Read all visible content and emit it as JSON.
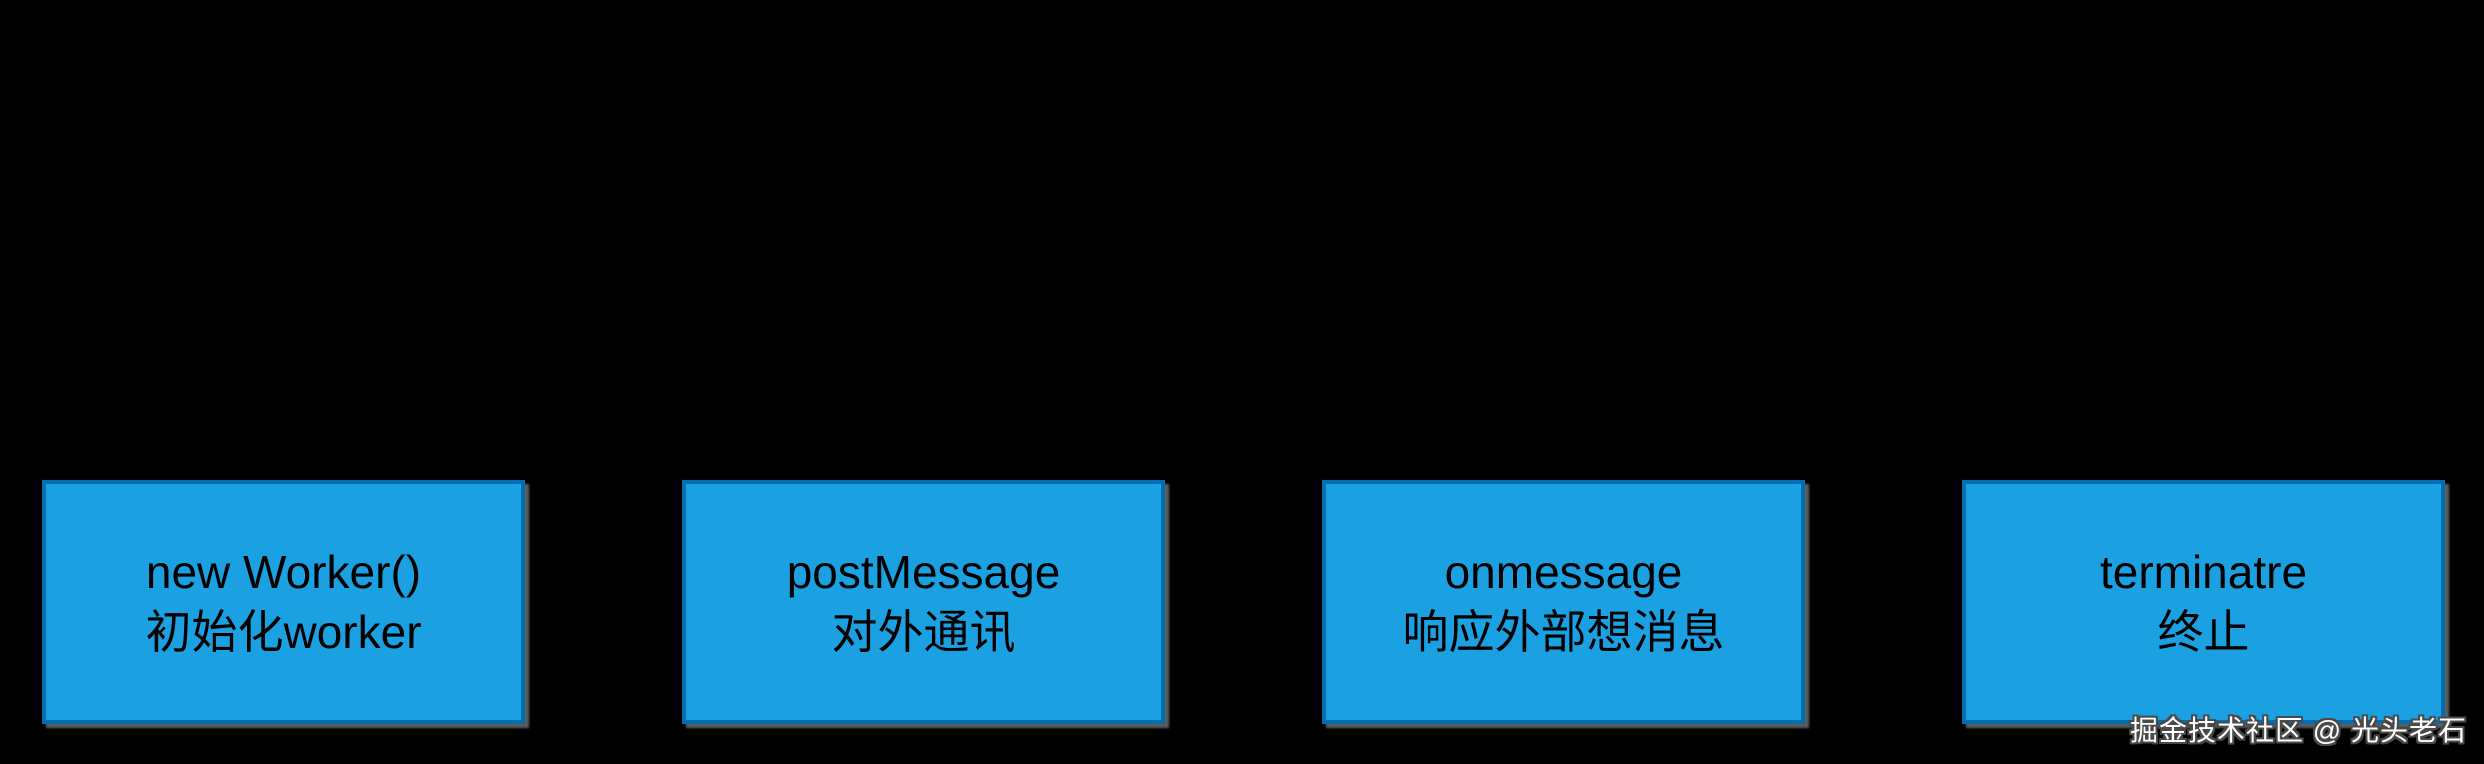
{
  "colors": {
    "page_bg": "#000000",
    "box_fill": "#1ba1e2",
    "box_border": "#006eaf",
    "box_shadow": "#5e5e5e",
    "text_color": "#000000",
    "watermark_color": "#ffffff",
    "watermark_outline": "#4a4a4a"
  },
  "boxes": [
    {
      "line1": "new Worker()",
      "line2": "初始化worker"
    },
    {
      "line1": "postMessage",
      "line2": "对外通讯"
    },
    {
      "line1": "onmessage",
      "line2": "响应外部想消息"
    },
    {
      "line1": "terminatre",
      "line2": "终止"
    }
  ],
  "watermark": {
    "text": "掘金技术社区 @ 光头老石"
  }
}
